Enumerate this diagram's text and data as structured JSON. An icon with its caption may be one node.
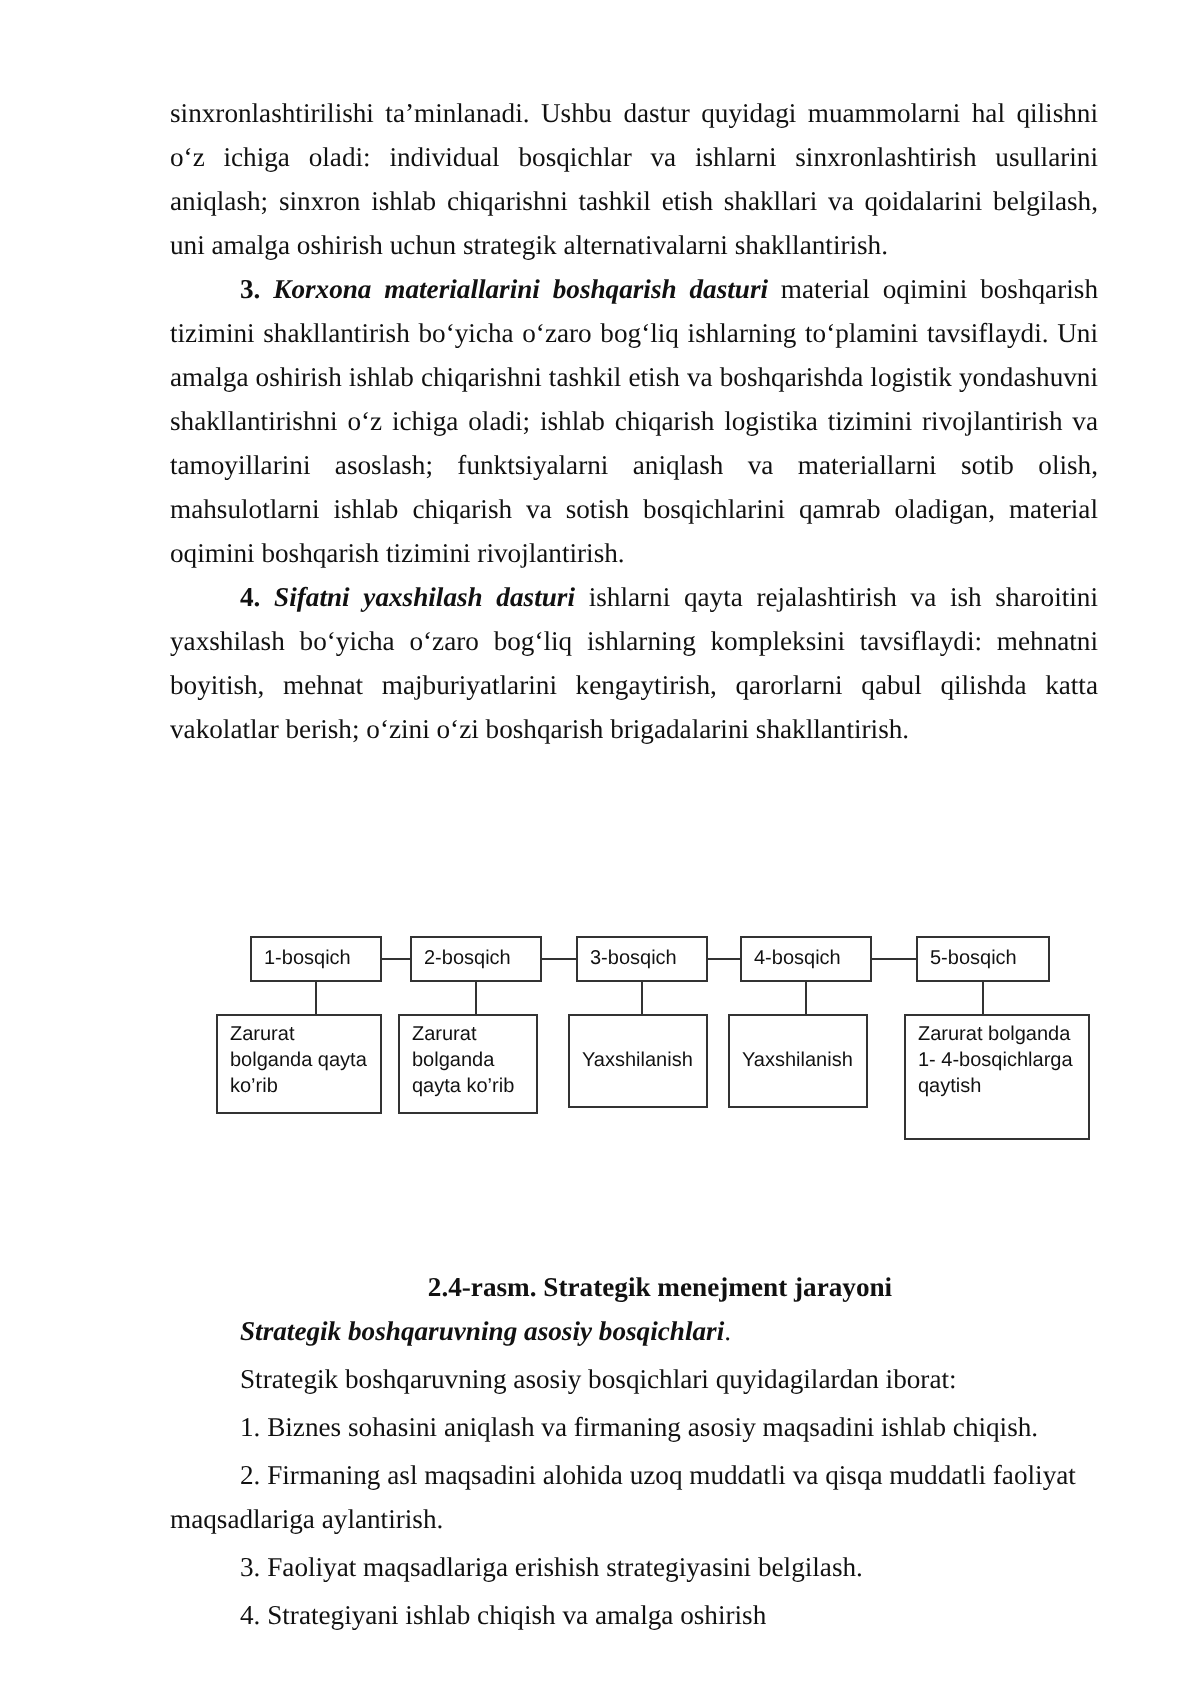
{
  "diagram": {
    "caption": "2.4-rasm. Strategik menejment jarayoni",
    "nodes": [
      {
        "text": [
          "1-bosqich"
        ]
      },
      {
        "text": [
          "2-bosqich"
        ]
      },
      {
        "text": [
          "3-bosqich"
        ]
      },
      {
        "text": [
          "4-bosqich"
        ]
      },
      {
        "text": [
          "5-bosqich"
        ]
      },
      {
        "text": [
          "Zarurat bolganda qayta ko’rib"
        ]
      },
      {
        "text": [
          "Zarurat bolganda qayta ko’rib"
        ]
      },
      {
        "text": [
          "Yaxshilanish"
        ]
      },
      {
        "text": [
          "Yaxshilanish"
        ]
      },
      {
        "text": [
          "Zarurat bolganda 1- 4-bosqichlarga qaytish"
        ]
      }
    ],
    "edges": [
      {
        "from": 0,
        "to": 1,
        "arrow": "none"
      },
      {
        "from": 1,
        "to": 2,
        "arrow": "none"
      },
      {
        "from": 2,
        "to": 3,
        "arrow": "none"
      },
      {
        "from": 3,
        "to": 4,
        "arrow": "none"
      },
      {
        "from": 0,
        "to": 5,
        "arrow": "none"
      },
      {
        "from": 1,
        "to": 6,
        "arrow": "none"
      },
      {
        "from": 2,
        "to": 7,
        "arrow": "none"
      },
      {
        "from": 3,
        "to": 8,
        "arrow": "none"
      },
      {
        "from": 4,
        "to": 9,
        "arrow": "none"
      }
    ],
    "labels": [
      "sinxronlashtirilishi ta’minlanadi. Ushbu dastur quyidagi muammolarni hal qilishni o‘z ichiga oladi: individual bosqichlar va ishlarni sinxronlashtirish usullarini aniqlash; sinxron ishlab chiqarishni tashkil etish shakllari va qoidalarini belgilash, uni amalga oshirish uchun strategik alternativalarni shakllantirish.",
      "**3.** *Korxona materiallarini boshqarish dasturi* material oqimini boshqarish tizimini shakllantirish bo‘yicha o‘zaro bog‘liq ishlarning to‘plamini tavsiflaydi. Uni amalga oshirish ishlab chiqarishni tashkil etish va boshqarishda logistik yondashuvni shakllantirishni o‘z ichiga oladi; ishlab chiqarish logistika tizimini rivojlantirish va tamoyillarini asoslash; funktsiyalarni aniqlash va materiallarni sotib olish, mahsulotlarni ishlab chiqarish va sotish bosqichlarini qamrab oladigan, material oqimini boshqarish tizimini rivojlantirish.",
      "**4.** *Sifatni yaxshilash dasturi* ishlarni qayta rejalashtirish va ish sharoitini yaxshilash bo‘yicha o‘zaro bog‘liq ishlarning kompleksini tavsiflaydi: mehnatni boyitish, mehnat majburiyatlarini kengaytirish, qarorlarni qabul qilishda katta vakolatlar berish; o‘zini o‘zi boshqarish brigadalarini shakllantirish.",
      "*Strategik boshqaruvning asosiy bosqichlari*.",
      "Strategik boshqaruvning asosiy bosqichlari quyidagilardan iborat:",
      "1. Biznes sohasini aniqlash va firmaning asosiy maqsadini ishlab chiqish.",
      "2. Firmaning asl maqsadini alohida uzoq muddatli va qisqa muddatli faoliyat maqsadlariga aylantirish.",
      "3. Faoliyat maqsadlariga erishish strategiyasini belgilash.",
      "4. Strategiyani ishlab chiqish va amalga oshirish"
    ]
  }
}
